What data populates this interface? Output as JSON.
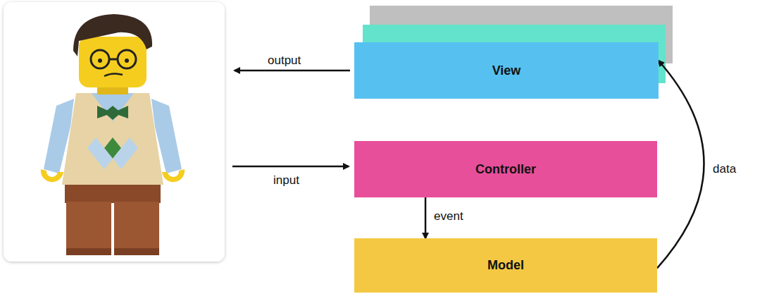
{
  "diagram": {
    "nodes": [
      {
        "text": [
          "View"
        ]
      },
      {
        "text": [
          "Controller"
        ]
      },
      {
        "text": [
          "Model"
        ]
      }
    ],
    "edges": [
      {
        "from": 1,
        "to": 2,
        "label": "event",
        "arrow": "to"
      },
      {
        "from": 2,
        "to": 0,
        "label": "data",
        "arrow": "to"
      }
    ],
    "labels": [
      "output",
      "input"
    ]
  }
}
